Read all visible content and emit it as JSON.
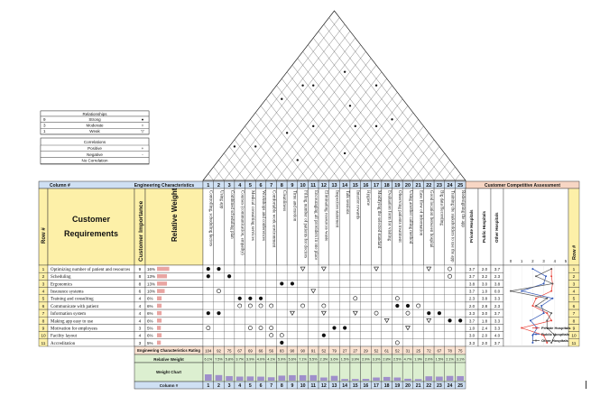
{
  "legend": {
    "relationships": {
      "title": "Relationships",
      "rows": [
        {
          "value": "9",
          "label": "Strong",
          "symbol": "●"
        },
        {
          "value": "3",
          "label": "Moderate",
          "symbol": "○"
        },
        {
          "value": "1",
          "label": "Weak",
          "symbol": "▽"
        }
      ]
    },
    "correlations": {
      "title": "Correlations",
      "rows": [
        {
          "label": "Positive",
          "symbol": "+"
        },
        {
          "label": "Negative",
          "symbol": "-"
        },
        {
          "label": "No Correlation",
          "symbol": ""
        }
      ]
    }
  },
  "header": {
    "column_label": "Column #",
    "eng_label": "Engineering Characteristics",
    "comp_label": "Customer Competitive Assessment",
    "row_label": "Row #",
    "cust_req_label_1": "Customer",
    "cust_req_label_2": "Requirements",
    "cust_importance_label": "Customer Importance",
    "rel_weight_label": "Relative Weight",
    "row_label_right": "Row #"
  },
  "engineering_characteristics": [
    "Controlling, scheduling factors",
    "Using app",
    "Combined scheduling plan",
    "Courses (communication, empathy)",
    "Medical consulting services",
    "Workshops and conferences",
    "Comfortable work environment",
    "Cleanliness",
    "Time and motion",
    "Filling number of patients for doctors",
    "Encouraging all providers in one place",
    "Eliminating resources waste",
    "Inspection statement",
    "Talk sessions",
    "Interior rewards",
    "Hygiene",
    "Modifying the selected standard",
    "Evaluation form for visiting",
    "Observing patients treatment",
    "Using another calling method",
    "Ease flow of information",
    "Good location between hospital",
    "Big data Recording",
    "Training the stakeholders to use the app",
    "Redesigning the app"
  ],
  "columns": [
    "1",
    "2",
    "3",
    "4",
    "5",
    "6",
    "7",
    "8",
    "9",
    "10",
    "11",
    "12",
    "13",
    "14",
    "15",
    "16",
    "17",
    "18",
    "19",
    "20",
    "21",
    "22",
    "23",
    "24",
    "25"
  ],
  "requirements": [
    {
      "row": "1",
      "text": "Optimizing number of patient and resources",
      "importance": "9",
      "weight": "16%"
    },
    {
      "row": "2",
      "text": "Scheduling",
      "importance": "8",
      "weight": "13%"
    },
    {
      "row": "3",
      "text": "Ergonomics",
      "importance": "8",
      "weight": "13%"
    },
    {
      "row": "4",
      "text": "Insurance systems",
      "importance": "6",
      "weight": "10%"
    },
    {
      "row": "5",
      "text": "Training and consulting",
      "importance": "4",
      "weight": "6%"
    },
    {
      "row": "6",
      "text": "Communicate with patient",
      "importance": "4",
      "weight": "6%"
    },
    {
      "row": "7",
      "text": "Information system",
      "importance": "4",
      "weight": "6%"
    },
    {
      "row": "8",
      "text": "Making app easy to use",
      "importance": "4",
      "weight": "6%"
    },
    {
      "row": "9",
      "text": "Motivation for employees",
      "importance": "3",
      "weight": "5%"
    },
    {
      "row": "10",
      "text": "Facility layout",
      "importance": "4",
      "weight": "6%"
    },
    {
      "row": "11",
      "text": "Accreditation",
      "importance": "3",
      "weight": "5%"
    }
  ],
  "matrix": [
    [
      "S",
      "S",
      "",
      "",
      "",
      "",
      "",
      "",
      "",
      "W",
      "",
      "W",
      "",
      "",
      "",
      "",
      "W",
      "",
      "",
      "",
      "",
      "W",
      "",
      "O",
      ""
    ],
    [
      "S",
      "",
      "S",
      "",
      "",
      "",
      "",
      "",
      "",
      "",
      "",
      "",
      "",
      "",
      "",
      "",
      "",
      "",
      "",
      "",
      "",
      "",
      "",
      "O",
      ""
    ],
    [
      "",
      "",
      "",
      "",
      "",
      "",
      "",
      "S",
      "S",
      "",
      "",
      "",
      "",
      "",
      "",
      "",
      "",
      "",
      "",
      "",
      "",
      "",
      "",
      "",
      ""
    ],
    [
      "",
      "O",
      "",
      "",
      "",
      "",
      "",
      "",
      "",
      "",
      "W",
      "",
      "",
      "",
      "",
      "",
      "",
      "",
      "",
      "",
      "",
      "",
      "",
      "",
      ""
    ],
    [
      "",
      "",
      "",
      "S",
      "S",
      "S",
      "",
      "",
      "",
      "",
      "",
      "",
      "",
      "",
      "O",
      "",
      "",
      "",
      "O",
      "",
      "",
      "",
      "",
      "",
      ""
    ],
    [
      "",
      "",
      "",
      "O",
      "O",
      "O",
      "O",
      "",
      "",
      "O",
      "",
      "O",
      "",
      "",
      "",
      "",
      "",
      "",
      "S",
      "S",
      "O",
      "",
      "",
      "",
      ""
    ],
    [
      "S",
      "S",
      "",
      "",
      "",
      "",
      "",
      "",
      "W",
      "",
      "",
      "W",
      "",
      "",
      "W",
      "",
      "O",
      "",
      "",
      "O",
      "",
      "S",
      "S",
      "",
      ""
    ],
    [
      "",
      "",
      "",
      "",
      "",
      "",
      "",
      "",
      "",
      "",
      "",
      "",
      "",
      "",
      "",
      "",
      "",
      "W",
      "",
      "",
      "",
      "W",
      "",
      "S",
      "S"
    ],
    [
      "O",
      "",
      "",
      "",
      "O",
      "O",
      "O",
      "",
      "",
      "",
      "",
      "",
      "S",
      "S",
      "",
      "",
      "",
      "",
      "",
      "W",
      "",
      "",
      "",
      "",
      ""
    ],
    [
      "",
      "",
      "",
      "",
      "",
      "",
      "O",
      "O",
      "",
      "",
      "",
      "S",
      "",
      "",
      "",
      "",
      "",
      "",
      "",
      "",
      "",
      "",
      "",
      "",
      ""
    ],
    [
      "",
      "",
      "",
      "",
      "",
      "",
      "",
      "S",
      "",
      "",
      "",
      "",
      "",
      "",
      "",
      "",
      "",
      "",
      "O",
      "",
      "",
      "",
      "",
      "",
      ""
    ]
  ],
  "footer": {
    "rating_label": "Engineering Characteristics Rating",
    "ratings": [
      "104",
      "92",
      "75",
      "67",
      "69",
      "66",
      "56",
      "83",
      "90",
      "90",
      "91",
      "52",
      "79",
      "27",
      "27",
      "29",
      "52",
      "61",
      "52",
      "31",
      "25",
      "72",
      "67",
      "78",
      "75"
    ],
    "weight_label": "Relative Weight",
    "relative_weights": [
      "6.1%",
      "7.5%",
      "5.8%",
      "3.7%",
      "3.9%",
      "4.0%",
      "4.1%",
      "5.9%",
      "5.6%",
      "7.1%",
      "5.5%",
      "2.3%",
      "3.6%",
      "1.5%",
      "3.9%",
      "2.9%",
      "3.3%",
      "2.8%",
      "2.5%",
      "4.7%",
      "1.9%",
      "2.0%",
      "1.5%",
      "2.1%",
      "3.1%"
    ],
    "chart_label": "Weight Chart",
    "column_label": "Column #"
  },
  "competitive": {
    "headers": [
      "Private Hospitals",
      "Public Hospitals",
      "Other Hospitals"
    ],
    "scale": [
      "0",
      "1",
      "2",
      "3",
      "4",
      "5"
    ],
    "values": [
      [
        "3.7",
        "2.0",
        "3.7"
      ],
      [
        "3.7",
        "3.2",
        "2.3"
      ],
      [
        "3.8",
        "3.0",
        "3.8"
      ],
      [
        "3.7",
        "1.0",
        "0.0"
      ],
      [
        "2.3",
        "3.8",
        "3.3"
      ],
      [
        "2.0",
        "2.8",
        "2.3"
      ],
      [
        "3.3",
        "3.0",
        "3.7"
      ],
      [
        "3.7",
        "1.8",
        "3.3"
      ],
      [
        "1.0",
        "2.4",
        "3.3"
      ],
      [
        "3.0",
        "2.0",
        "4.0"
      ],
      [
        "3.3",
        "2.0",
        "3.7"
      ]
    ],
    "series": [
      {
        "name": "Private Hospitals",
        "color": "#e8433a"
      },
      {
        "name": "Public Hospitals",
        "color": "#2f55b5"
      },
      {
        "name": "Other Hospitals",
        "color": "#555555"
      }
    ]
  },
  "roof_marks": [
    [
      3,
      8
    ],
    [
      1,
      6
    ],
    [
      5,
      12
    ],
    [
      2,
      14
    ],
    [
      7,
      15
    ],
    [
      4,
      18
    ],
    [
      9,
      20
    ],
    [
      6,
      22
    ],
    [
      10,
      24
    ],
    [
      12,
      16
    ],
    [
      11,
      19
    ],
    [
      13,
      21
    ],
    [
      8,
      11
    ],
    [
      14,
      23
    ],
    [
      3,
      17
    ]
  ],
  "colors": {
    "header_blue": "#cfe0f3",
    "yellow": "#fdf0a8",
    "orange": "#f7d6c4",
    "green": "#dcefd0",
    "peach": "#fbe3d2",
    "bar_pink": "#e9a5a2",
    "bar_purple": "#9f8fcb"
  }
}
